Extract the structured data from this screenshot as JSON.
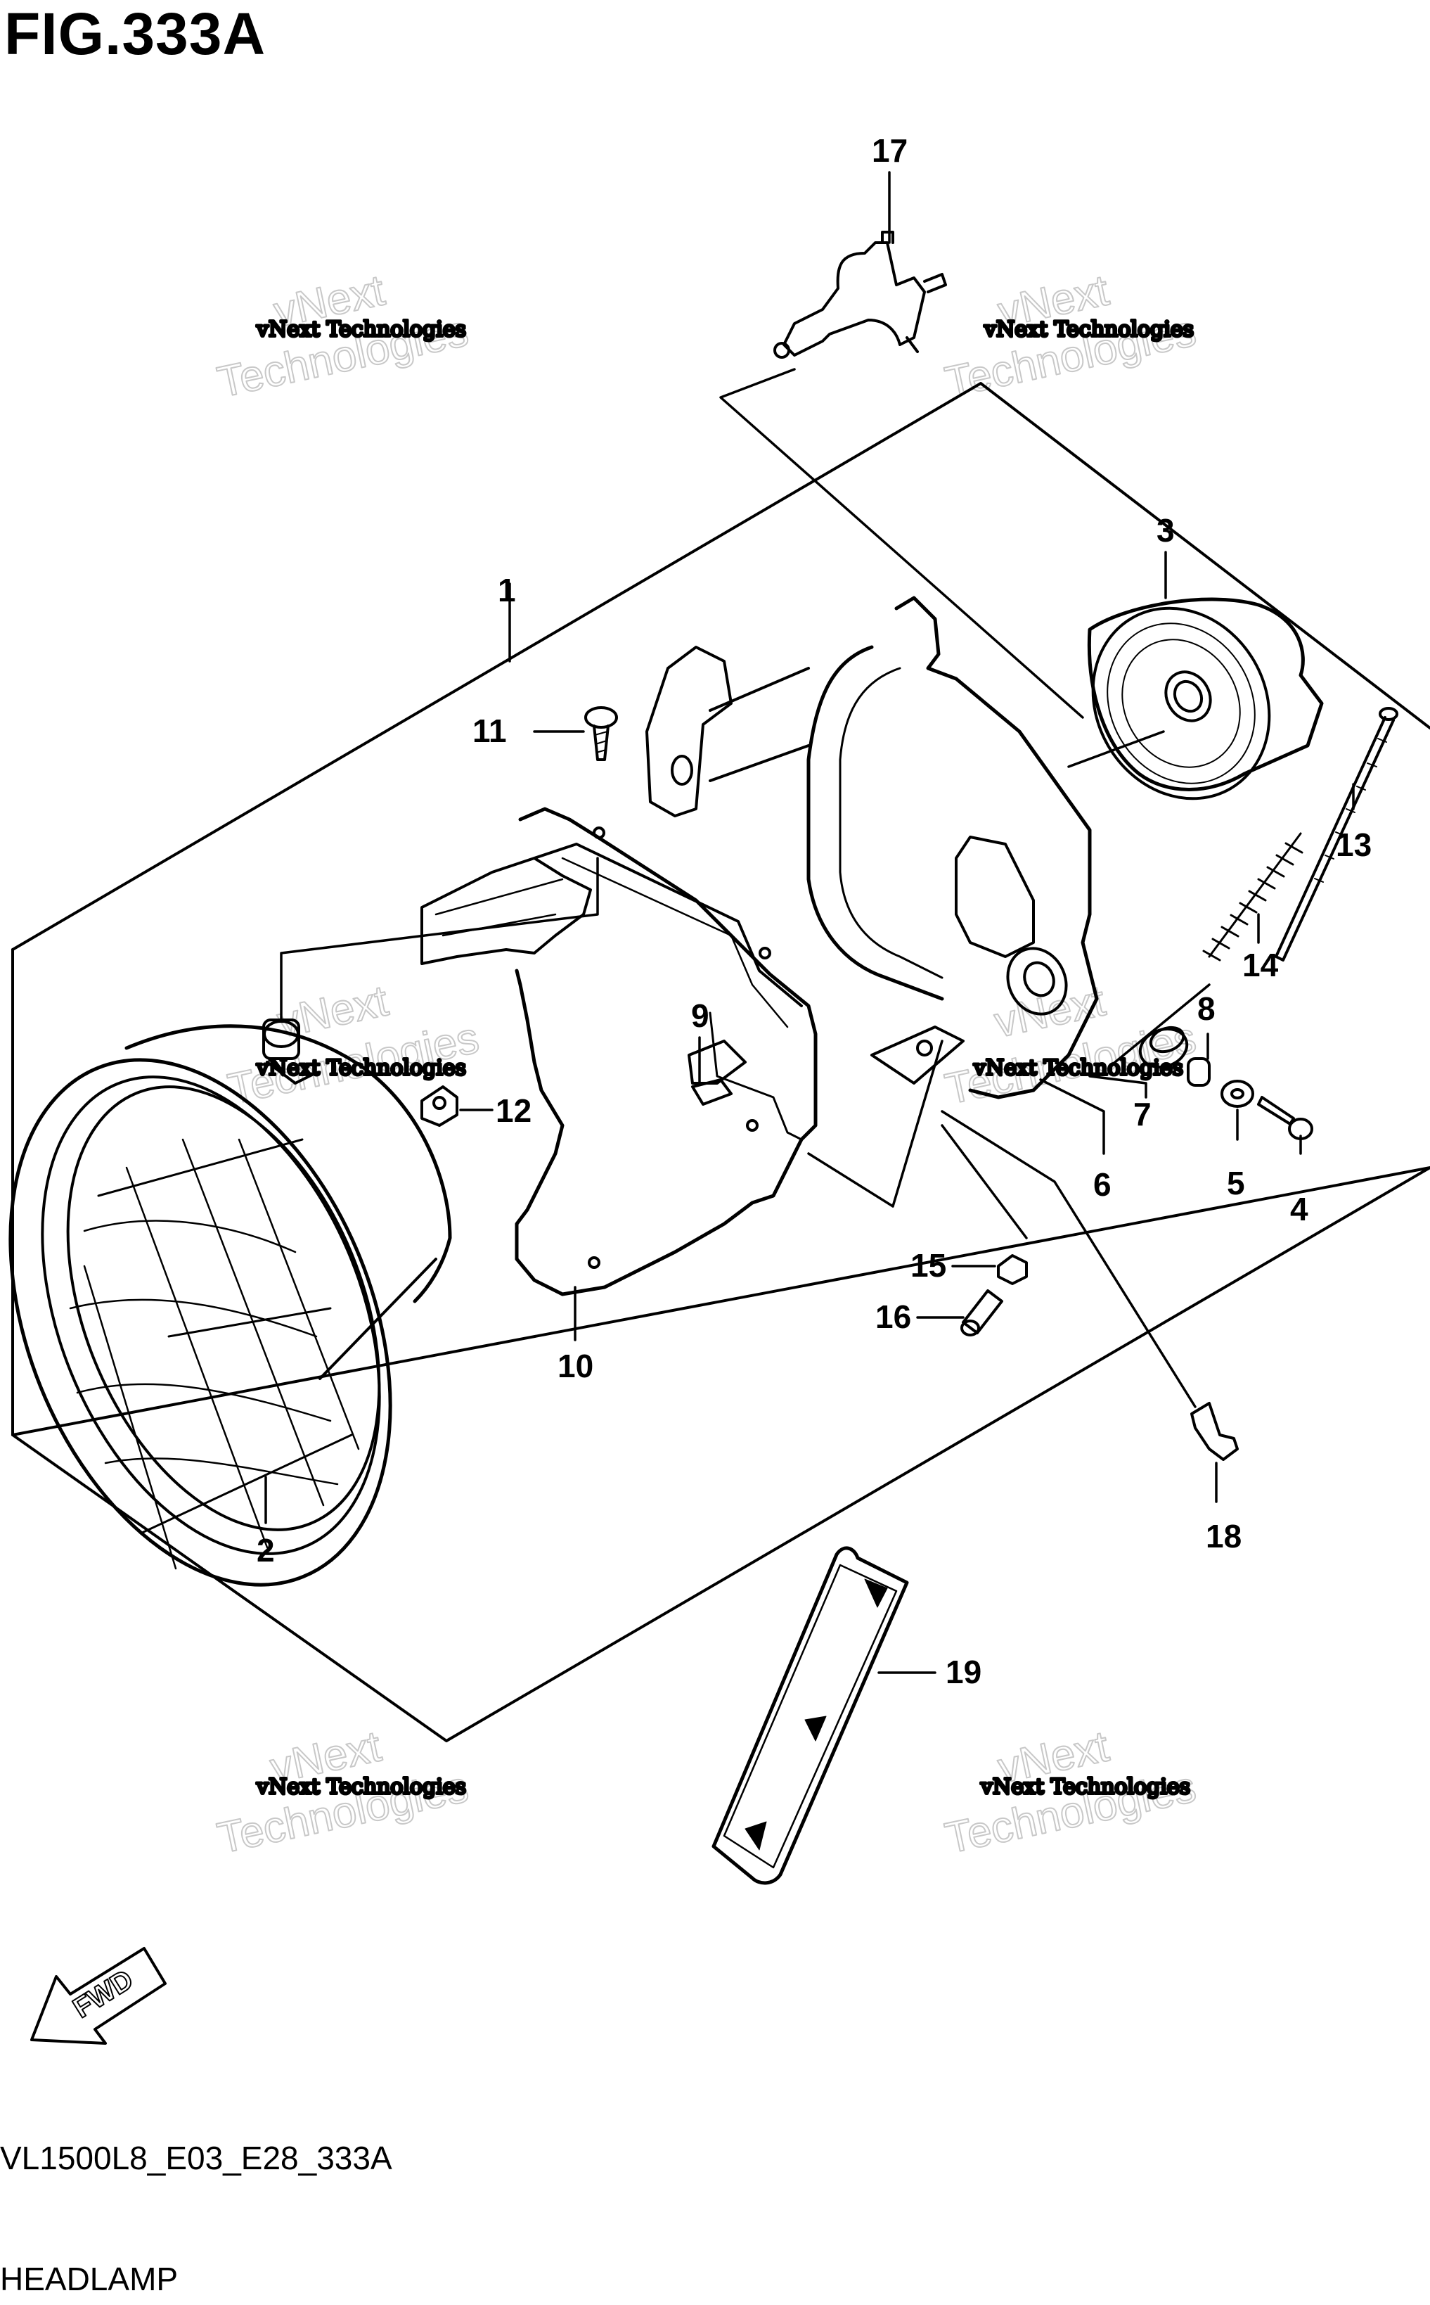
{
  "figure": {
    "title": "FIG.333A",
    "code": "VL1500L8_E03_E28_333A",
    "name": "HEADLAMP"
  },
  "watermark": {
    "line1": "vNext Technologies",
    "line2": "Technologies",
    "line3": "vNext"
  },
  "direction_marker": "FWD",
  "callouts": [
    "1",
    "2",
    "3",
    "4",
    "5",
    "6",
    "7",
    "8",
    "9",
    "10",
    "11",
    "12",
    "13",
    "14",
    "15",
    "16",
    "17",
    "18",
    "19"
  ]
}
